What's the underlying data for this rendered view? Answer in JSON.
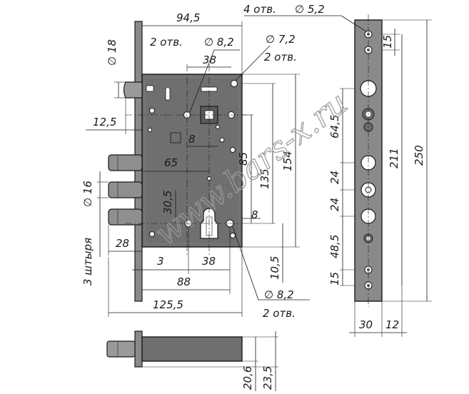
{
  "colors": {
    "lock_body": "#6f6f6f",
    "faceplate": "#8a8a8a",
    "line": "#1a1a1a",
    "background": "#ffffff"
  },
  "watermark": "www.bars-x.ru",
  "dimensions": {
    "d_94_5": "94,5",
    "holes_top": "2 отв.",
    "d_8_2_top": "∅ 8,2",
    "d_7_2": "∅ 7,2",
    "holes_7_2": "2 отв.",
    "d_38_top": "38",
    "d_18": "∅ 18",
    "d_12_5": "12,5",
    "d_8_mid": "8",
    "d_65": "65",
    "d_85": "85",
    "d_135": "135",
    "d_154": "154",
    "d_16": "∅ 16",
    "pins_label": "3 штыря",
    "d_30_5": "30,5",
    "d_8_low": "8",
    "d_28": "28",
    "d_3": "3",
    "d_38_low": "38",
    "d_88": "88",
    "d_10_5": "10,5",
    "d_125_5": "125,5",
    "d_8_2_low": "∅ 8,2",
    "holes_low": "2 отв.",
    "faceplate_holes": "4 отв.",
    "d_5_2": "∅ 5,2",
    "d_15_top": "15",
    "d_64_5": "64,5",
    "d_211": "211",
    "d_250": "250",
    "d_24_a": "24",
    "d_24_b": "24",
    "d_48_5": "48,5",
    "d_15_low": "15",
    "d_30": "30",
    "d_12": "12",
    "d_20_6": "20,6",
    "d_23_5": "23,5"
  }
}
